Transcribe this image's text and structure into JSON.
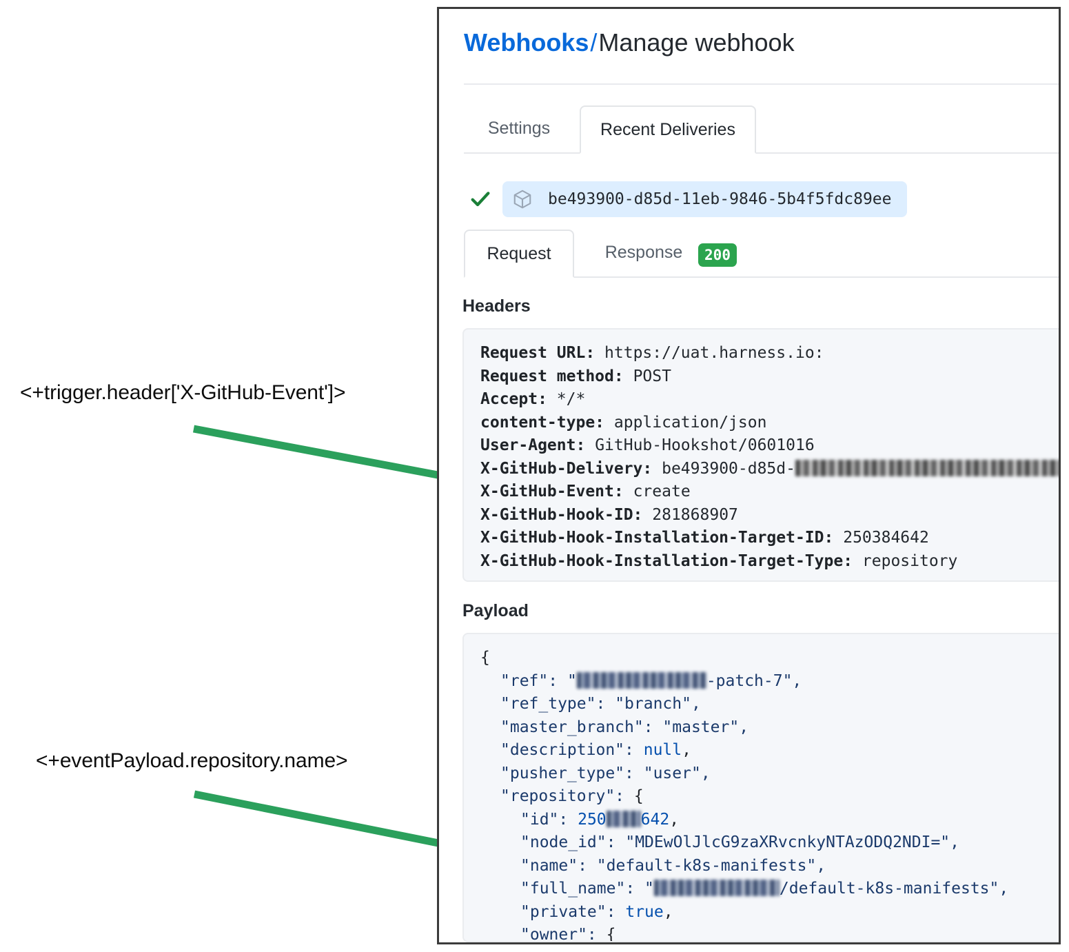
{
  "annotations": [
    {
      "id": "anno-1",
      "text": "<+trigger.header['X-GitHub-Event']>"
    },
    {
      "id": "anno-2",
      "text": "<+eventPayload.repository.name>"
    }
  ],
  "colors": {
    "arrow_green": "#2ba05c",
    "link_blue": "#0969da",
    "badge_green": "#2ba44e",
    "pill_blue": "#ddeeff",
    "code_bg": "#f5f7fa"
  },
  "breadcrumb": {
    "link": "Webhooks",
    "separator": "/",
    "current": "Manage webhook"
  },
  "tabs": [
    {
      "label": "Settings",
      "active": false
    },
    {
      "label": "Recent Deliveries",
      "active": true
    }
  ],
  "delivery": {
    "status_icon": "check-icon",
    "package_icon": "cube-icon",
    "guid": "be493900-d85d-11eb-9846-5b4f5fdc89ee"
  },
  "subtabs": [
    {
      "label": "Request",
      "active": true
    },
    {
      "label": "Response",
      "active": false
    }
  ],
  "status_badge": "200",
  "sections": {
    "headers_heading": "Headers",
    "payload_heading": "Payload"
  },
  "headers": [
    {
      "key": "Request URL:",
      "value": "https://uat.harness.io:"
    },
    {
      "key": "Request method:",
      "value": "POST"
    },
    {
      "key": "Accept:",
      "value": "*/*"
    },
    {
      "key": "content-type:",
      "value": "application/json"
    },
    {
      "key": "User-Agent:",
      "value": "GitHub-Hookshot/0601016"
    },
    {
      "key": "X-GitHub-Delivery:",
      "value": "be493900-d85d-",
      "redacted_after": true
    },
    {
      "key": "X-GitHub-Event:",
      "value": "create"
    },
    {
      "key": "X-GitHub-Hook-ID:",
      "value": "281868907"
    },
    {
      "key": "X-GitHub-Hook-Installation-Target-ID:",
      "value": "250384642"
    },
    {
      "key": "X-GitHub-Hook-Installation-Target-Type:",
      "value": "repository"
    }
  ],
  "payload": {
    "open_brace": "{",
    "lines": [
      {
        "indent": 1,
        "key": "\"ref\":",
        "value_pre": "\"",
        "redacted": true,
        "value_post": "-patch-7\","
      },
      {
        "indent": 1,
        "key": "\"ref_type\":",
        "value": "\"branch\","
      },
      {
        "indent": 1,
        "key": "\"master_branch\":",
        "value": "\"master\","
      },
      {
        "indent": 1,
        "key": "\"description\":",
        "literal": "null",
        "value_post": ","
      },
      {
        "indent": 1,
        "key": "\"pusher_type\":",
        "value": "\"user\","
      },
      {
        "indent": 1,
        "key": "\"repository\":",
        "value": "{"
      },
      {
        "indent": 2,
        "key": "\"id\":",
        "literal_pre": "250",
        "redacted": true,
        "literal_post": "642",
        "value_post": ","
      },
      {
        "indent": 2,
        "key": "\"node_id\":",
        "value": "\"MDEwOlJlcG9zaXRvcnkyNTAzODQ2NDI=\","
      },
      {
        "indent": 2,
        "key": "\"name\":",
        "value": "\"default-k8s-manifests\","
      },
      {
        "indent": 2,
        "key": "\"full_name\":",
        "value_pre": "\"",
        "redacted": true,
        "value_post": "/default-k8s-manifests\","
      },
      {
        "indent": 2,
        "key": "\"private\":",
        "literal": "true",
        "value_post": ","
      },
      {
        "indent": 2,
        "key": "\"owner\":",
        "value": "{"
      }
    ]
  }
}
